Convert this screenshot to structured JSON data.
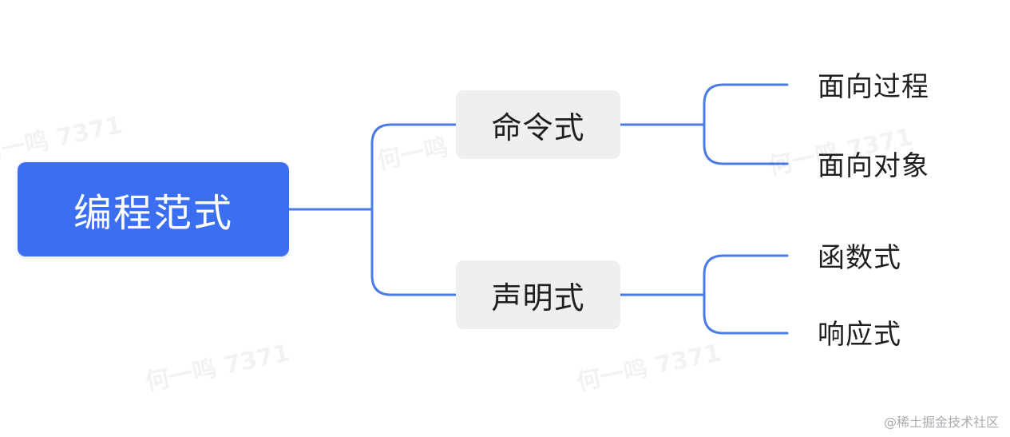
{
  "root": {
    "label": "编程范式"
  },
  "branches": [
    {
      "label": "命令式",
      "children": [
        "面向过程",
        "面向对象"
      ]
    },
    {
      "label": "声明式",
      "children": [
        "函数式",
        "响应式"
      ]
    }
  ],
  "watermark": {
    "text": "何一鸣 7371"
  },
  "credit": "@稀土掘金技术社区",
  "colors": {
    "root_fill": "#3b6ef0",
    "branch_fill": "#eeeff1",
    "connector": "#4a7be8",
    "text": "#1f1f1f"
  }
}
